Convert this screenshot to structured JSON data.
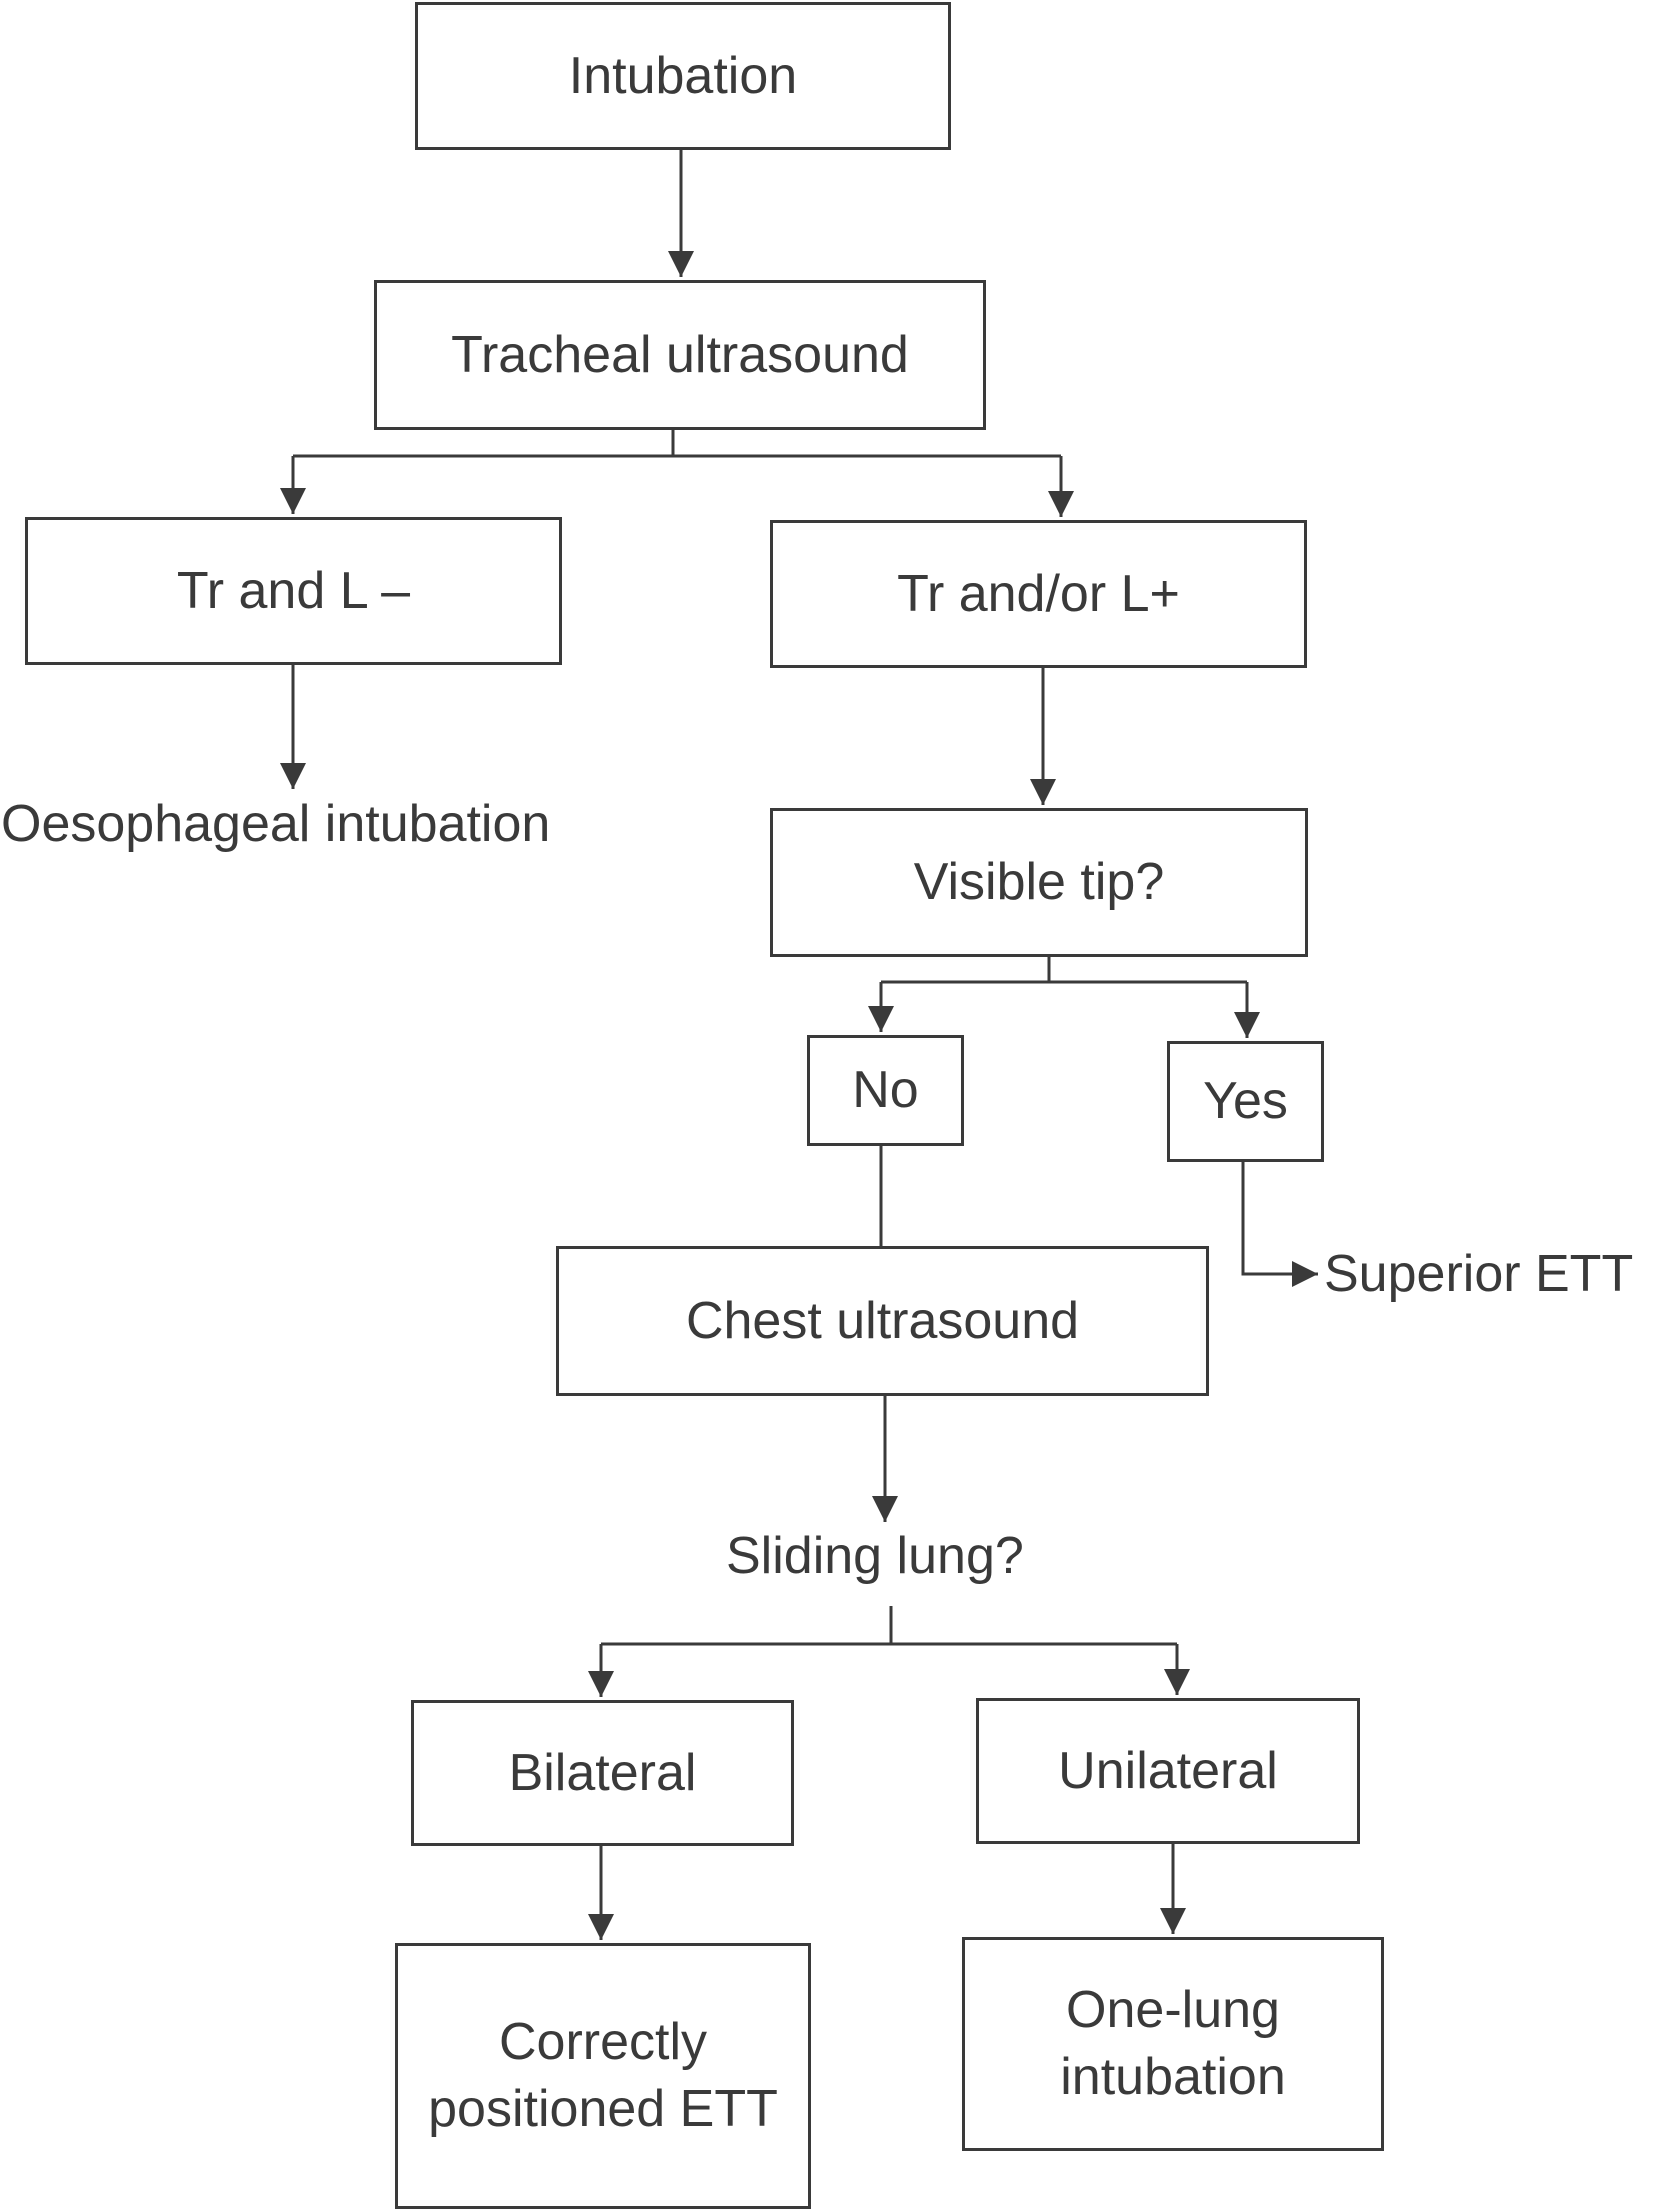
{
  "nodes": {
    "intubation": "Intubation",
    "tracheal_ultrasound": "Tracheal ultrasound",
    "tr_and_l_neg": "Tr and L –",
    "tr_andor_l_pos": "Tr and/or L+",
    "oesophageal_intubation": "Oesophageal intubation",
    "visible_tip": "Visible tip?",
    "no": "No",
    "yes": "Yes",
    "superior_ett": "Superior ETT",
    "chest_ultrasound": "Chest ultrasound",
    "sliding_lung": "Sliding lung?",
    "bilateral": "Bilateral",
    "unilateral": "Unilateral",
    "correctly_positioned_ett": "Correctly\npositioned ETT",
    "one_lung_intubation": "One-lung\nintubation"
  },
  "colors": {
    "stroke": "#3a3a3a",
    "text": "#3a3a3a",
    "background": "#ffffff"
  }
}
